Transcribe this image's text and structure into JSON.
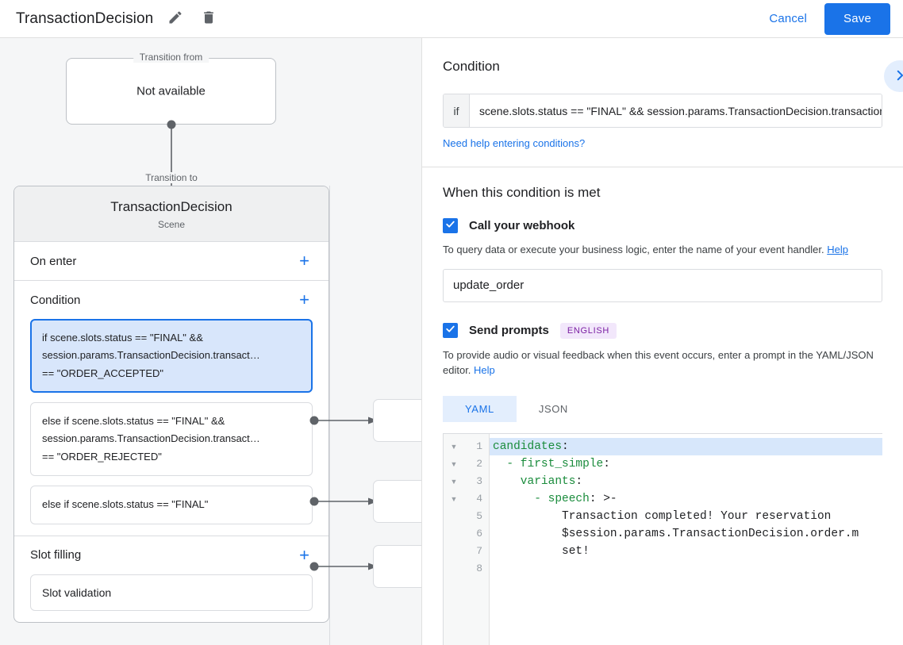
{
  "topbar": {
    "title": "TransactionDecision",
    "edit_icon": "pencil-icon",
    "delete_icon": "trash-icon",
    "cancel_label": "Cancel",
    "save_label": "Save"
  },
  "canvas": {
    "transition_from": {
      "legend": "Transition from",
      "value": "Not available"
    },
    "transition_to": {
      "legend": "Transition to",
      "scene_name": "TransactionDecision",
      "scene_type": "Scene"
    },
    "sections": [
      {
        "title": "On enter",
        "add_label": "+"
      },
      {
        "title": "Condition",
        "add_label": "+"
      },
      {
        "title": "Slot filling",
        "add_label": "+"
      }
    ],
    "conditions": [
      {
        "line1": "if scene.slots.status == \"FINAL\" &&",
        "line2": "session.params.TransactionDecision.transact…",
        "line3": "== \"ORDER_ACCEPTED\"",
        "selected": true
      },
      {
        "line1": "else if scene.slots.status == \"FINAL\" &&",
        "line2": "session.params.TransactionDecision.transact…",
        "line3": "== \"ORDER_REJECTED\"",
        "selected": false
      },
      {
        "line1": "else if scene.slots.status == \"FINAL\"",
        "line2": "",
        "line3": "",
        "selected": false
      }
    ],
    "slot_filling": [
      {
        "label": "Slot validation"
      }
    ]
  },
  "panel": {
    "condition": {
      "heading": "Condition",
      "expand_icon": "chevron-right-icon",
      "if_label": "if",
      "value": "scene.slots.status == \"FINAL\" && session.params.TransactionDecision.transactionDecision == \"ORDER_ACCEPTED\"",
      "help_link": "Need help entering conditions?"
    },
    "when_met": {
      "heading": "When this condition is met",
      "webhook": {
        "checked": true,
        "label": "Call your webhook",
        "description": "To query data or execute your business logic, enter the name of your event handler.",
        "help_label": "Help",
        "input_value": "update_order",
        "input_placeholder": ""
      },
      "prompts": {
        "checked": true,
        "label": "Send prompts",
        "badge": "ENGLISH",
        "description": "To provide audio or visual feedback when this event occurs, enter a prompt in the YAML/JSON editor.",
        "help_label": "Help",
        "tabs": [
          {
            "label": "YAML",
            "active": true
          },
          {
            "label": "JSON",
            "active": false
          }
        ]
      }
    },
    "editor": {
      "lines": [
        {
          "n": 1,
          "fold": true,
          "highlight": true,
          "indent": 0,
          "key": "candidates",
          "colon": ":",
          "rest": ""
        },
        {
          "n": 2,
          "fold": true,
          "highlight": false,
          "indent": 2,
          "key": "- first_simple",
          "colon": ":",
          "rest": ""
        },
        {
          "n": 3,
          "fold": true,
          "highlight": false,
          "indent": 4,
          "key": "variants",
          "colon": ":",
          "rest": ""
        },
        {
          "n": 4,
          "fold": true,
          "highlight": false,
          "indent": 6,
          "key": "- speech",
          "colon": ":",
          "rest": " >-"
        },
        {
          "n": 5,
          "fold": false,
          "highlight": false,
          "indent": 10,
          "key": "",
          "colon": "",
          "rest": "Transaction completed! Your reservation"
        },
        {
          "n": 6,
          "fold": false,
          "highlight": false,
          "indent": 10,
          "key": "",
          "colon": "",
          "rest": "$session.params.TransactionDecision.order.m"
        },
        {
          "n": 7,
          "fold": false,
          "highlight": false,
          "indent": 10,
          "key": "",
          "colon": "",
          "rest": "set!"
        },
        {
          "n": 8,
          "fold": false,
          "highlight": false,
          "indent": 0,
          "key": "",
          "colon": "",
          "rest": ""
        }
      ]
    }
  },
  "colors": {
    "accent": "#1a73e8",
    "accent_soft": "#e3eefd",
    "selected_card": "#d8e6fb",
    "badge_bg": "#f2e7fb",
    "badge_fg": "#7b1fa2",
    "canvas_bg": "#f5f6f7",
    "code_key": "#1a8c3c"
  }
}
